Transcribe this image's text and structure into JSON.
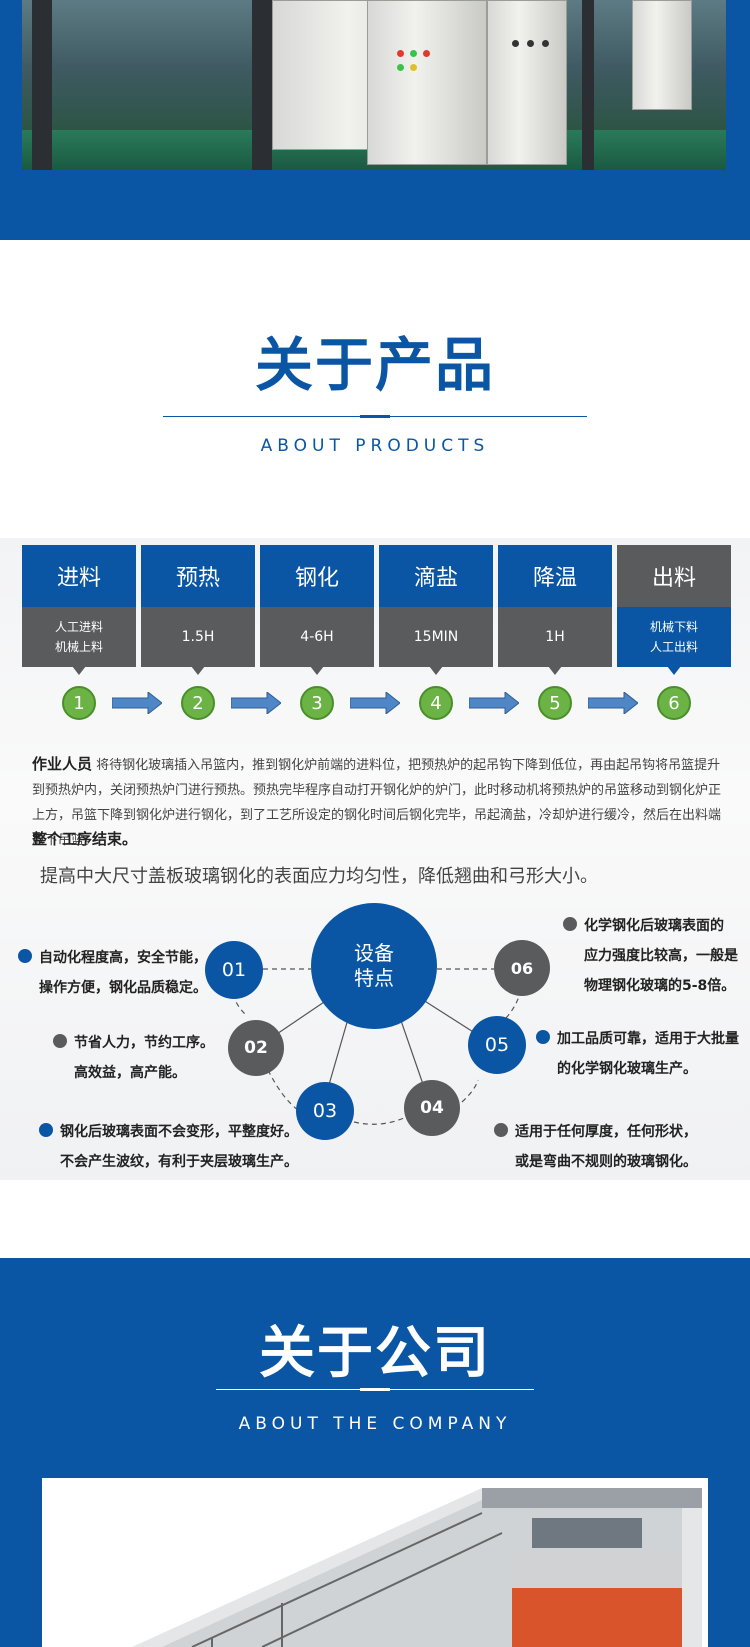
{
  "colors": {
    "brand_blue": "#0a56a4",
    "gray": "#5a5b5d",
    "green": "#6ab344"
  },
  "products": {
    "title": "关于产品",
    "subtitle": "ABOUT PRODUCTS"
  },
  "process": {
    "steps": [
      {
        "name": "进料",
        "value_lines": [
          "人工进料",
          "机械上料"
        ],
        "num": "1",
        "head_color": "#0a56a4",
        "val_color": "#5a5b5d"
      },
      {
        "name": "预热",
        "value_lines": [
          "1.5H"
        ],
        "num": "2",
        "head_color": "#0a56a4",
        "val_color": "#5a5b5d"
      },
      {
        "name": "钢化",
        "value_lines": [
          "4-6H"
        ],
        "num": "3",
        "head_color": "#0a56a4",
        "val_color": "#5a5b5d"
      },
      {
        "name": "滴盐",
        "value_lines": [
          "15MIN"
        ],
        "num": "4",
        "head_color": "#0a56a4",
        "val_color": "#5a5b5d"
      },
      {
        "name": "降温",
        "value_lines": [
          "1H"
        ],
        "num": "5",
        "head_color": "#0a56a4",
        "val_color": "#5a5b5d"
      },
      {
        "name": "出料",
        "value_lines": [
          "机械下料",
          "人工出料"
        ],
        "num": "6",
        "head_color": "#5a5b5d",
        "val_color": "#0a56a4"
      }
    ],
    "desc_lead": "作业人员",
    "desc_text": " 将待钢化玻璃插入吊篮内，推到钢化炉前端的进料位，把预热炉的起吊钩下降到低位，再由起吊钩将吊篮提升到预热炉内，关闭预热炉门进行预热。预热完毕程序自动打开钢化炉的炉门，此时移动机将预热炉的吊篮移动到钢化炉正上方，吊篮下降到钢化炉进行钢化，到了工艺所设定的钢化时间后钢化完毕，吊起滴盐，冷却炉进行缓冷，然后在出料端放下吊篮。",
    "desc_end": "整个工序结束。",
    "subline": "提高中大尺寸盖板玻璃钢化的表面应力均匀性，降低翘曲和弓形大小。"
  },
  "features": {
    "center_lines": [
      "设备",
      "特点"
    ],
    "nodes": [
      "01",
      "02",
      "03",
      "04",
      "05",
      "06"
    ],
    "items": [
      {
        "lines": [
          "自动化程度高，安全节能，",
          "操作方便，钢化品质稳定。"
        ],
        "bullet": "#0a56a4"
      },
      {
        "lines": [
          "节省人力，节约工序。",
          "高效益，高产能。"
        ],
        "bullet": "#5a5b5d"
      },
      {
        "lines": [
          "钢化后玻璃表面不会变形，平整度好。",
          "不会产生波纹，有利于夹层玻璃生产。"
        ],
        "bullet": "#0a56a4"
      },
      {
        "lines": [
          "适用于任何厚度，任何形状，",
          "或是弯曲不规则的玻璃钢化。"
        ],
        "bullet": "#5a5b5d"
      },
      {
        "lines": [
          "加工品质可靠，适用于大批量",
          "的化学钢化玻璃生产。"
        ],
        "bullet": "#0a56a4"
      },
      {
        "lines": [
          "化学钢化后玻璃表面的",
          "应力强度比较高，一般是",
          "物理钢化玻璃的5-8倍。"
        ],
        "bullet": "#5a5b5d"
      }
    ]
  },
  "company": {
    "title": "关于公司",
    "subtitle": "ABOUT THE COMPANY"
  }
}
